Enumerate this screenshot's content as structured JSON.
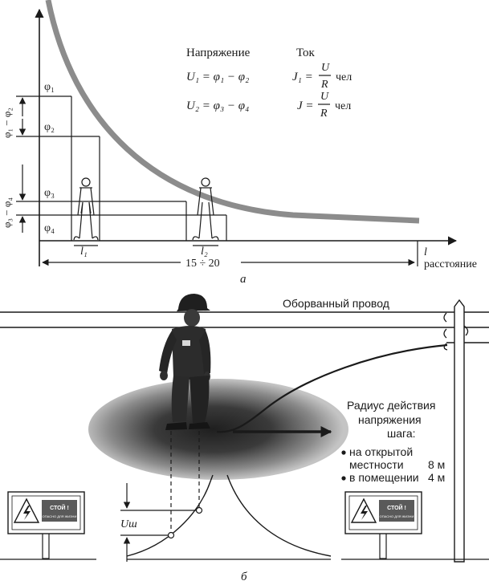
{
  "top_diagram": {
    "caption": "а",
    "header_voltage": "Напряжение",
    "header_current": "Ток",
    "formula_u1": "U₁ = φ₁ − φ₂",
    "formula_u2": "U₂ = φ₃ − φ₄",
    "formula_j1_left": "J₁ =",
    "formula_j2_left": "J =",
    "fraction_num": "U",
    "fraction_den": "R",
    "fraction_unit": "чел",
    "phi1": "φ₁",
    "phi2": "φ₂",
    "phi3": "φ₃",
    "phi4": "φ₄",
    "diff_top": "φ₁ − φ₂",
    "diff_bottom": "φ₃ − φ₄",
    "l1": "l₁",
    "l2": "l₂",
    "l": "l",
    "span": "15 ÷ 20",
    "axis_label": "расстояние"
  },
  "bottom_diagram": {
    "caption": "б",
    "wire_label": "Оборванный провод",
    "radius_title_1": "Радиус действия",
    "radius_title_2": "напряжения",
    "radius_title_3": "шага:",
    "bullet_1_line_1": "на открытой",
    "bullet_1_line_2": "местности",
    "bullet_1_value": "8 м",
    "bullet_2_line_1": "в помещении",
    "bullet_2_value": "4 м",
    "step_voltage_label": "Uш",
    "sign_title": "СТОЙ !",
    "sign_subtitle": "ОПАСНО ДЛЯ ЖИЗНИ"
  },
  "colors": {
    "potential_curve": "#8c8c8c",
    "ink": "#1a1a1a",
    "ellipse_dark": "#2a2a2a",
    "ellipse_light": "#b8b8b8",
    "sign_fill": "#5a5a5a"
  }
}
